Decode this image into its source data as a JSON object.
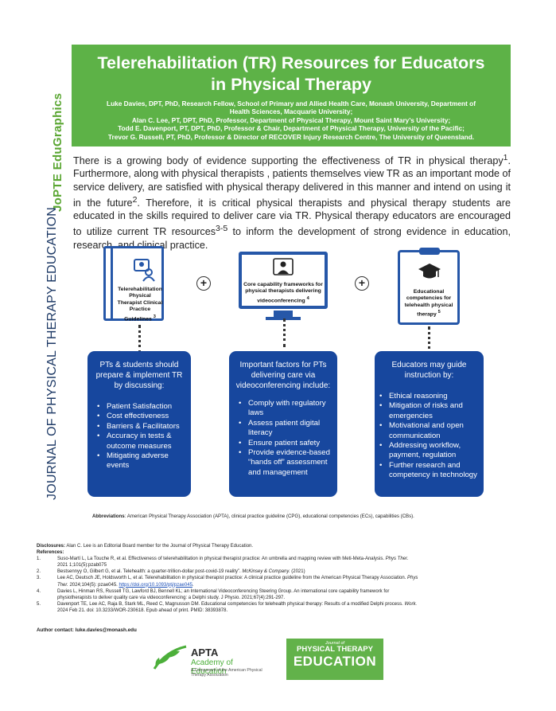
{
  "side": {
    "eduGraphics": "JoPTE EduGraphics",
    "journal": "JOURNAL OF PHYSICAL THERAPY EDUCATION"
  },
  "header": {
    "title_line1": "Telerehabilitation (TR)  Resources for Educators",
    "title_line2": "in Physical Therapy",
    "authors": [
      "Luke Davies, DPT, PhD, Research Fellow, School of Primary and Allied Health Care, Monash University, Department of",
      "Health Sciences, Macquarie University;",
      "Alan C. Lee, PT, DPT, PhD, Professor, Department of Physical Therapy, Mount Saint Mary’s University;",
      "Todd E. Davenport, PT, DPT, PhD, Professor & Chair, Department of Physical Therapy, University of the Pacific;",
      "Trevor G. Russell, PT, PhD, Professor & Director of RECOVER Injury Research Centre, The University of Queensland."
    ]
  },
  "intro": {
    "p1": "There is a growing body of evidence supporting the effectiveness of TR in physical therapy",
    "sup1": "1",
    "p2": ". Furthermore, along with physical therapists , patients themselves view TR as an important mode of service delivery, are satisfied with physical therapy delivered in this manner and intend on using it in the future",
    "sup2": "2",
    "p3": ". Therefore, it is critical physical therapists and physical therapy students are educated in the skills required to deliver care via TR. Physical therapy educators are encouraged to utilize current TR resources",
    "sup3": "3-5",
    "p4": " to inform the development of strong evidence in education, research, and clinical practice."
  },
  "icons": {
    "guidelines": {
      "label": "Telerehabilitation Physical Therapist Clinical Practice Guidelines",
      "sup": "3"
    },
    "frameworks": {
      "label": "Core capability frameworks for physical therapists delivering videoconferencing",
      "sup": "4"
    },
    "competencies": {
      "label": "Educational competencies for telehealth physical therapy",
      "sup": "5"
    },
    "plus": "+"
  },
  "panels": {
    "left": {
      "title": "PTs & students should prepare & implement TR by discussing:",
      "items": [
        "Patient Satisfaction",
        "Cost effectiveness",
        "Barriers & Facilitators",
        "Accuracy in tests & outcome measures",
        "Mitigating adverse events"
      ]
    },
    "middle": {
      "title": "Important factors for PTs delivering care via videoconferencing include:",
      "items": [
        "Comply with regulatory laws",
        "Assess patient digital literacy",
        "Ensure patient safety",
        "Provide evidence-based “hands off” assessment and management"
      ]
    },
    "right": {
      "title": "Educators may guide instruction by:",
      "items": [
        "Ethical reasoning",
        "Mitigation of risks and emergencies",
        "Motivational and open communication",
        "Addressing workflow, payment, regulation",
        "Further research and competency in technology"
      ]
    }
  },
  "abbreviations": {
    "label": "Abbreviations",
    "text": ": American Physical Therapy Association (APTA), clinical practice guideline (CPG), educational competencies (ECs), capabilities (CBs)."
  },
  "footer": {
    "disclosures_label": "Disclosures:",
    "disclosures_text": " Alan C. Lee is an Editorial Board member for the Journal of Physical Therapy Education.",
    "references_label": "References:",
    "refs": [
      {
        "num": "1.",
        "a": "Suso-Martí L, La Touche R, et al. Effectiveness of telerehabilitation in physical therapist practice: An umbrella and mapping review with Meti-Meta-Analysis. ",
        "i": "Phys Ther.",
        "b": "",
        "line2": "2021 1;101(5):pzab075"
      },
      {
        "num": "2.",
        "a": "Bestsennyy O, Gilbert G, et al. Telehealth: a quarter-trillion-dollar post-covid-19 reality”. ",
        "i": "McKinsey & Company.",
        "b": " (2021)",
        "line2": ""
      },
      {
        "num": "3.",
        "a": "Lee AC, Deutsch JE, Holdsworth L, et al.  Telerehabilitation in physical therapist practice: A clinical practice guideline from the American Physical Therapy Association. ",
        "i": "Phys",
        "b": "",
        "line2": ""
      },
      {
        "num": "4.",
        "a": "Davies L, Hinman RS, Russell TG, Lawford BJ, Bennell KL; an International Videoconferencing Steering Group.  An international core capability framework for",
        "i": "",
        "b": "",
        "line2": "physiotherapists to deliver quality care  via videoconferencing: a Delphi study.  J Physio. 2021;67(4):291-297."
      },
      {
        "num": "5.",
        "a": "Davenport TE, Lee AC, Raja B, Stark ML, Reed C, Magnusson DM.  Educational competencies for telehealth physical therapy: Results of a modified Delphi process.  ",
        "i": "Work.",
        "b": "",
        "line2": "2024 Feb 21. doi: 10.3233/WOR-230618. Epub ahead of print. PMID: 38393878."
      }
    ],
    "ref3_line2_i": "Ther.",
    "ref3_line2_a": "  2024;104(5): pzae045. ",
    "ref3_link": "https://doi.org/10.1093/ptj/pzae045",
    "ref3_end": ".",
    "author_contact": "Author contact: luke.davies@monash.edu"
  },
  "logos": {
    "apta_name": "APTA",
    "apta_academy": "Academy of Education",
    "apta_sub": "A Component of the American Physical Therapy Association",
    "jopte_journal_of": "Journal of",
    "jopte_pt": "PHYSICAL THERAPY",
    "jopte_ed": "EDUCATION"
  },
  "colors": {
    "header_green": "#5db247",
    "panel_blue": "#17479e",
    "journal_blue": "#1e3a66"
  }
}
